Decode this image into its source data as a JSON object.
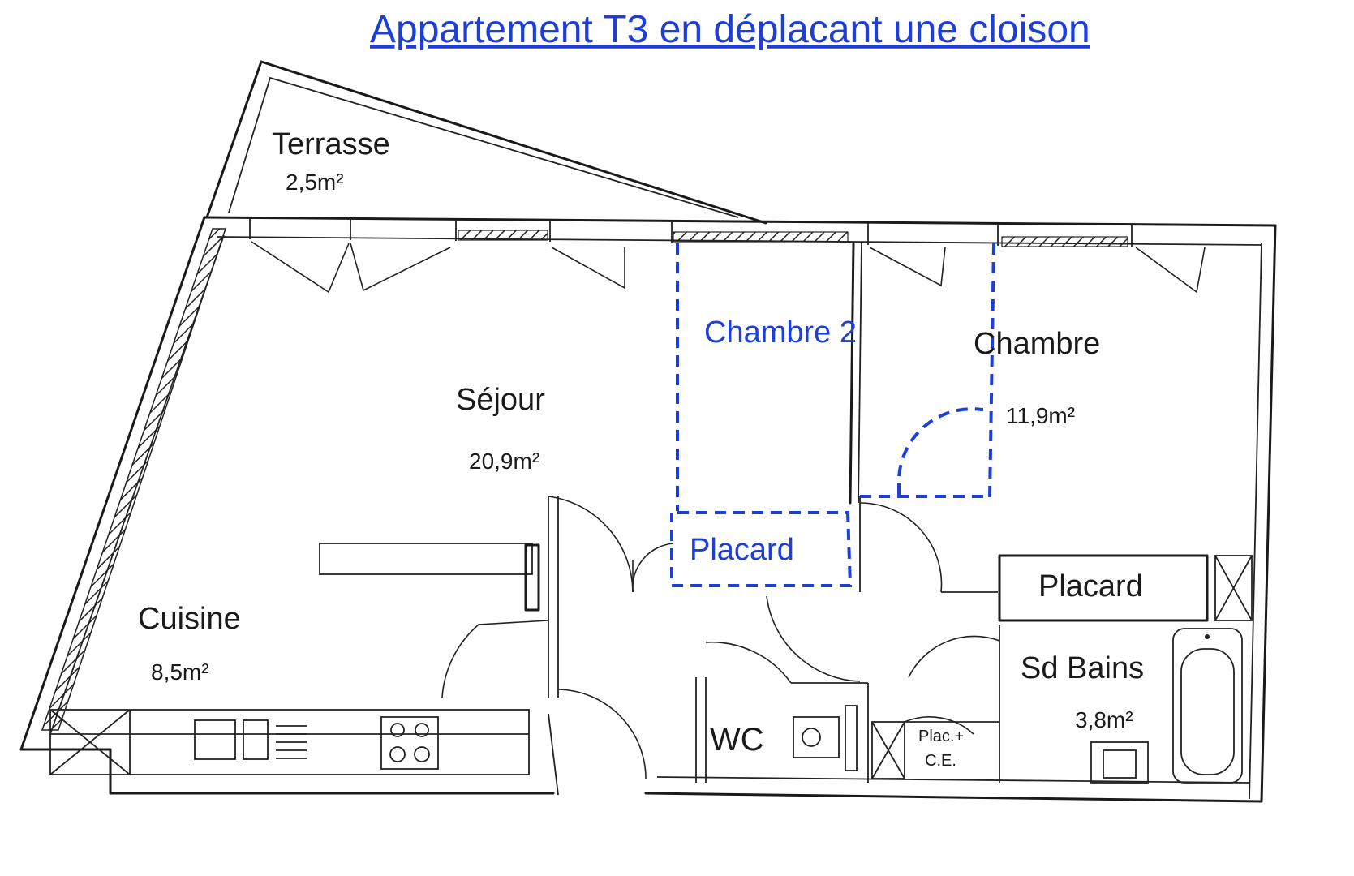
{
  "title": "Appartement T3 en déplacant une cloison",
  "rooms": {
    "terrasse": {
      "name": "Terrasse",
      "area": "2,5m²"
    },
    "sejour": {
      "name": "Séjour",
      "area": "20,9m²"
    },
    "chambre": {
      "name": "Chambre",
      "area": "11,9m²"
    },
    "cuisine": {
      "name": "Cuisine",
      "area": "8,5m²"
    },
    "sdbains": {
      "name": "Sd Bains",
      "area": "3,8m²"
    },
    "wc": {
      "name": "WC"
    },
    "placard": {
      "name": "Placard"
    },
    "placce": {
      "line1": "Plac.+",
      "line2": "C.E."
    }
  },
  "proposal": {
    "chambre2": "Chambre 2",
    "placard": "Placard",
    "color": "#1d3fd8"
  }
}
